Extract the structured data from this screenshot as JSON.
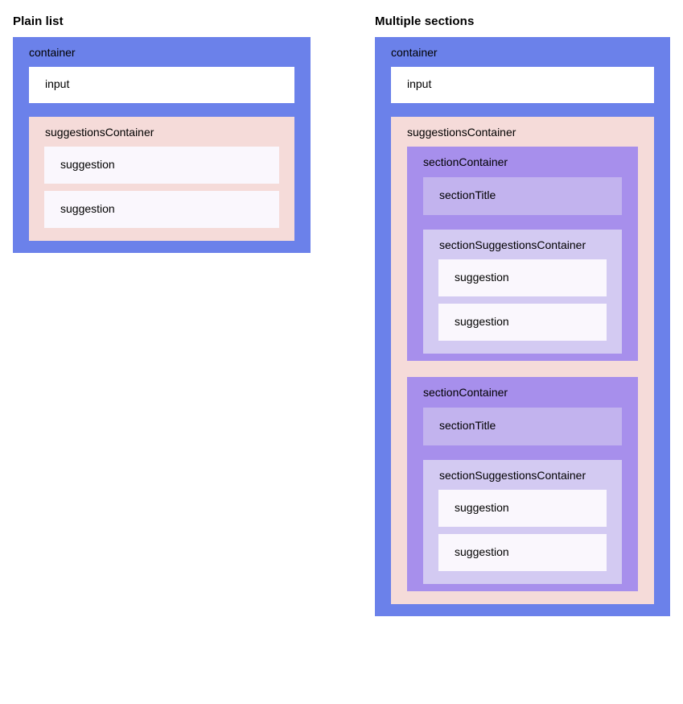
{
  "columns": [
    {
      "heading": "Plain list",
      "container": {
        "label": "container",
        "input": {
          "label": "input"
        },
        "suggestions_container": {
          "label": "suggestionsContainer",
          "suggestions": [
            {
              "label": "suggestion"
            },
            {
              "label": "suggestion"
            }
          ]
        }
      }
    },
    {
      "heading": "Multiple sections",
      "container": {
        "label": "container",
        "input": {
          "label": "input"
        },
        "suggestions_container": {
          "label": "suggestionsContainer",
          "sections": [
            {
              "label": "sectionContainer",
              "section_title": {
                "label": "sectionTitle"
              },
              "section_suggestions_container": {
                "label": "sectionSuggestionsContainer",
                "suggestions": [
                  {
                    "label": "suggestion"
                  },
                  {
                    "label": "suggestion"
                  }
                ]
              }
            },
            {
              "label": "sectionContainer",
              "section_title": {
                "label": "sectionTitle"
              },
              "section_suggestions_container": {
                "label": "sectionSuggestionsContainer",
                "suggestions": [
                  {
                    "label": "suggestion"
                  },
                  {
                    "label": "suggestion"
                  }
                ]
              }
            }
          ]
        }
      }
    }
  ],
  "colors": {
    "page_background": "#ffffff",
    "container": "#6b81ea",
    "input": "#ffffff",
    "suggestions_container": "#f5dbd9",
    "suggestion": "#faf7fd",
    "section_container": "#a78fec",
    "section_title": "#c2b3ee",
    "section_suggestions_container": "#d3caf2",
    "text": "#000000"
  }
}
